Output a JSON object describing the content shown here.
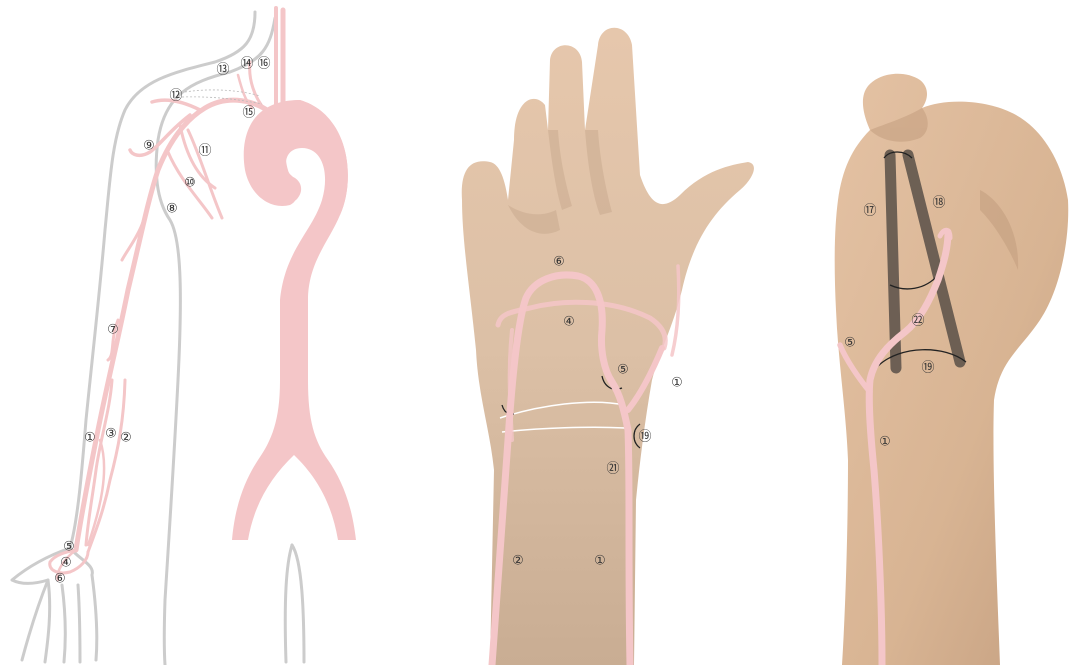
{
  "colors": {
    "artery": "#f4c6c8",
    "outline": "#cccccc",
    "skin": "#e2c4a8",
    "skin_shadow": "#c9a585",
    "retinaculum": "#5a5048",
    "label_ink": "#333333"
  },
  "panels": [
    {
      "id": "arm",
      "labels": [
        {
          "id": "arm-1",
          "text": "①"
        },
        {
          "id": "arm-2",
          "text": "②"
        },
        {
          "id": "arm-3",
          "text": "③"
        },
        {
          "id": "arm-4",
          "text": "④"
        },
        {
          "id": "arm-5",
          "text": "⑤"
        },
        {
          "id": "arm-6",
          "text": "⑥"
        },
        {
          "id": "arm-7",
          "text": "⑦"
        },
        {
          "id": "arm-8",
          "text": "⑧"
        },
        {
          "id": "arm-9",
          "text": "⑨"
        },
        {
          "id": "arm-10",
          "text": "⑩"
        },
        {
          "id": "arm-11",
          "text": "⑪"
        },
        {
          "id": "arm-12",
          "text": "⑫"
        },
        {
          "id": "arm-13",
          "text": "⑬"
        },
        {
          "id": "arm-14",
          "text": "⑭"
        },
        {
          "id": "arm-15",
          "text": "⑮"
        },
        {
          "id": "arm-16",
          "text": "⑯"
        }
      ]
    },
    {
      "id": "palm",
      "labels": [
        {
          "id": "palm-6",
          "text": "⑥"
        },
        {
          "id": "palm-4",
          "text": "④"
        },
        {
          "id": "palm-5",
          "text": "⑤"
        },
        {
          "id": "palm-1a",
          "text": "①"
        },
        {
          "id": "palm-19",
          "text": "⑲"
        },
        {
          "id": "palm-21",
          "text": "㉑"
        },
        {
          "id": "palm-2",
          "text": "②"
        },
        {
          "id": "palm-1b",
          "text": "①"
        }
      ]
    },
    {
      "id": "dorsal",
      "labels": [
        {
          "id": "dorsal-17",
          "text": "⑰"
        },
        {
          "id": "dorsal-18",
          "text": "⑱"
        },
        {
          "id": "dorsal-22",
          "text": "㉒"
        },
        {
          "id": "dorsal-5",
          "text": "⑤"
        },
        {
          "id": "dorsal-19",
          "text": "⑲"
        },
        {
          "id": "dorsal-1",
          "text": "①"
        }
      ]
    }
  ]
}
